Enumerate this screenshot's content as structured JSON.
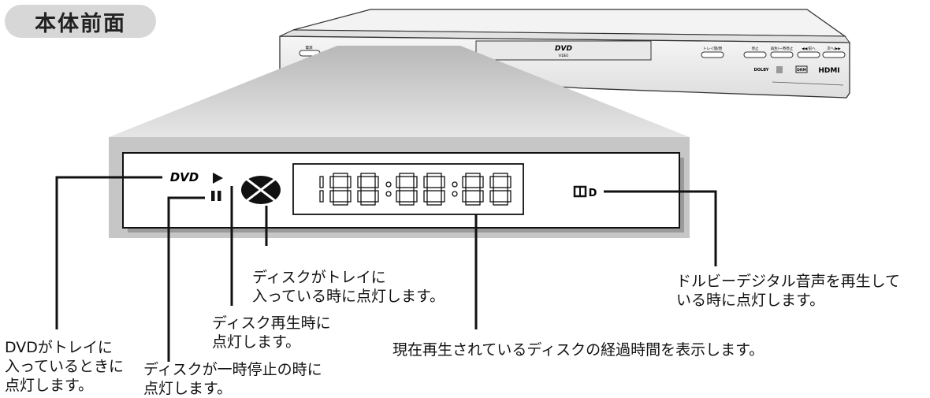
{
  "title": "本体前面",
  "player": {
    "power_label": "電源",
    "disc_logo": "DVD",
    "disc_logo_sub": "VIDEO",
    "tray_label": "トレイ開/閉",
    "stop_label": "停止",
    "play_pause_label": "再生/一時停止",
    "prev_label": "◀◀/前へ",
    "next_label": "次へ/▶▶",
    "logo_dolby": "DOLBY",
    "logo_drm": "DRM",
    "logo_hdmi": "HDMI"
  },
  "display": {
    "dvd_indicator": "DVD",
    "play_indicator": "▶",
    "pause_indicator": "II",
    "time_digits": "188:88:88",
    "dolby_indicator": "DD"
  },
  "callouts": {
    "disc_in_tray": [
      "ディスクがトレイに",
      "入っている時に点灯します。"
    ],
    "dolby": [
      "ドルビーデジタル音声を再生して",
      "いる時に点灯します。"
    ],
    "play": [
      "ディスク再生時に",
      "点灯します。"
    ],
    "elapsed_time": [
      "現在再生されているディスクの経過時間を表示します。"
    ],
    "dvd_in_tray": [
      "DVDがトレイに",
      "入っているときに",
      "点灯します。"
    ],
    "pause": [
      "ディスクが一時停止の時に",
      "点灯します。"
    ]
  },
  "colors": {
    "title_pill": "#d7d7d7",
    "device_body": "#ededed",
    "display_bezel": "#c9c9c9",
    "beam_top": "#bdbdbd",
    "beam_bottom": "#e4e4e4"
  }
}
